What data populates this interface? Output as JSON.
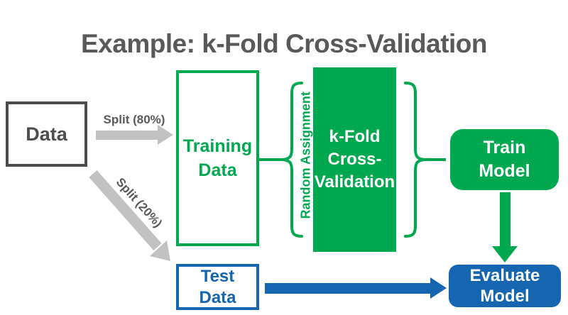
{
  "title": "Example: k-Fold Cross-Validation",
  "colors": {
    "green": "#00a84f",
    "blue": "#1565b0",
    "dark_gray": "#595959",
    "arrow_gray": "#c2c2c2"
  },
  "nodes": {
    "data": {
      "label": "Data"
    },
    "training_data": {
      "line1": "Training",
      "line2": "Data"
    },
    "kfold": {
      "line1": "k-Fold",
      "line2": "Cross-",
      "line3": "Validation"
    },
    "test_data": {
      "line1": "Test",
      "line2": "Data"
    },
    "train_model": {
      "line1": "Train",
      "line2": "Model"
    },
    "evaluate_model": {
      "line1": "Evaluate",
      "line2": "Model"
    }
  },
  "edges": {
    "split_80": {
      "label": "Split (80%)"
    },
    "split_20": {
      "label": "Split (20%)"
    },
    "random_assignment": {
      "label": "Random Assignment"
    }
  }
}
